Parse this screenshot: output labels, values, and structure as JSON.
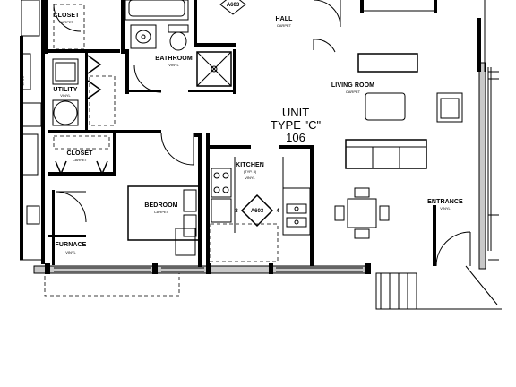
{
  "unit": {
    "label": "UNIT",
    "type": "TYPE \"C\"",
    "number": "106"
  },
  "rooms": {
    "closet_top": {
      "name": "CLOSET",
      "finish": "CARPET"
    },
    "hall": {
      "name": "HALL",
      "finish": "CARPET"
    },
    "bathroom": {
      "name": "BATHROOM",
      "finish": "VINYL"
    },
    "utility": {
      "name": "UTILITY",
      "finish": "VINYL"
    },
    "living_room": {
      "name": "LIVING ROOM",
      "finish": "CARPET"
    },
    "closet_mid": {
      "name": "CLOSET",
      "finish": "CARPET"
    },
    "kitchen": {
      "name": "KITCHEN",
      "sub": "(TYP. 3)",
      "finish": "VINYL"
    },
    "bedroom": {
      "name": "BEDROOM",
      "finish": "CARPET"
    },
    "entrance": {
      "name": "ENTRANCE",
      "finish": "VINYL"
    },
    "furnace": {
      "name": "FURNACE",
      "finish": "VINYL"
    }
  },
  "section_tags": {
    "top": {
      "ref": "A603"
    },
    "kitchen": {
      "ref": "A603",
      "left": "3",
      "right": "4"
    }
  }
}
